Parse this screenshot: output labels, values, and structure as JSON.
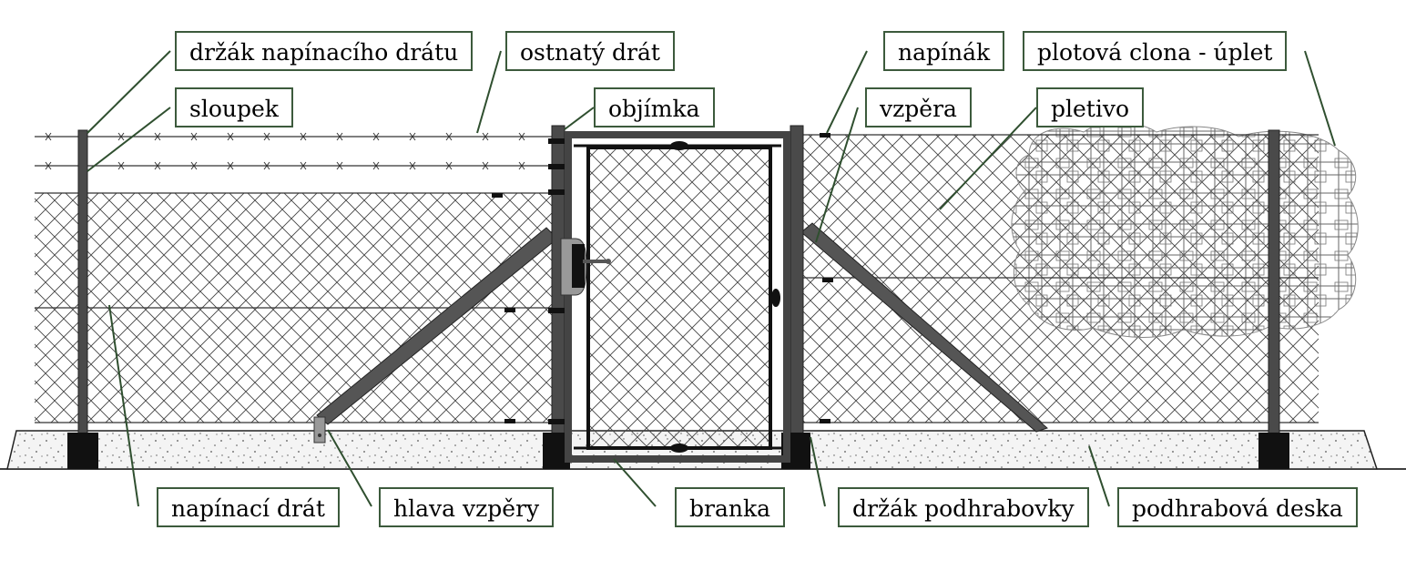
{
  "labels": {
    "drzak_napinaciho_dratu": "držák napínacího drátu",
    "ostnaty_drat": "ostnatý drát",
    "sloupek": "sloupek",
    "objimka": "objímka",
    "napinak": "napínák",
    "plotova_clona": "plotová clona - úplet",
    "vzpera": "vzpěra",
    "pletivo": "pletivo",
    "napinaci_drat": "napínací drát",
    "hlava_vzpery": "hlava vzpěry",
    "branka": "branka",
    "drzak_podhrabovky": "držák podhrabovky",
    "podhrabova_deska": "podhrabová deska"
  },
  "colors": {
    "post": "#4a4a4a",
    "mesh": "#3a3a3a",
    "leader": "#2f4f2f",
    "box_border": "#3c5a3c",
    "concrete": "#f2f2f2"
  }
}
